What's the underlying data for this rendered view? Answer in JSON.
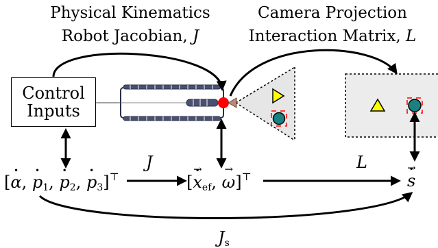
{
  "titles": {
    "kinematics_line1": "Physical Kinematics",
    "kinematics_line2": "Robot Jacobian,",
    "kinematics_symbol": "J",
    "projection_line1": "Camera Projection",
    "projection_line2": "Interaction Matrix,",
    "projection_symbol": "L"
  },
  "control_box": {
    "line1": "Control",
    "line2": "Inputs"
  },
  "math": {
    "joint_vector": {
      "open": "[",
      "alpha": "α",
      "p": "p",
      "sub1": "1",
      "sub2": "2",
      "sub3": "3",
      "close": "]",
      "transpose": "⊤"
    },
    "effector_vector": {
      "open": "[",
      "x": "x",
      "ef": "ef",
      "omega": "ω",
      "close": "]",
      "transpose": "⊤"
    },
    "feature_vector": "s",
    "label_J": "J",
    "label_L": "L",
    "label_Js": "J",
    "label_Js_sub": "s"
  },
  "colors": {
    "effector_dot": "#ff0000",
    "camera_lens": "#b98a7a",
    "fov_fill": "#e6e6e6",
    "image_plane_fill": "#ececec",
    "triangle_fill": "#ffff00",
    "circle_fill": "#1a8080",
    "feature_box": "#ff0000",
    "robot_body": "#2a2f4a"
  },
  "icons": [
    "robot-arm-icon",
    "camera-icon",
    "triangle-feature-icon",
    "circle-feature-icon"
  ]
}
